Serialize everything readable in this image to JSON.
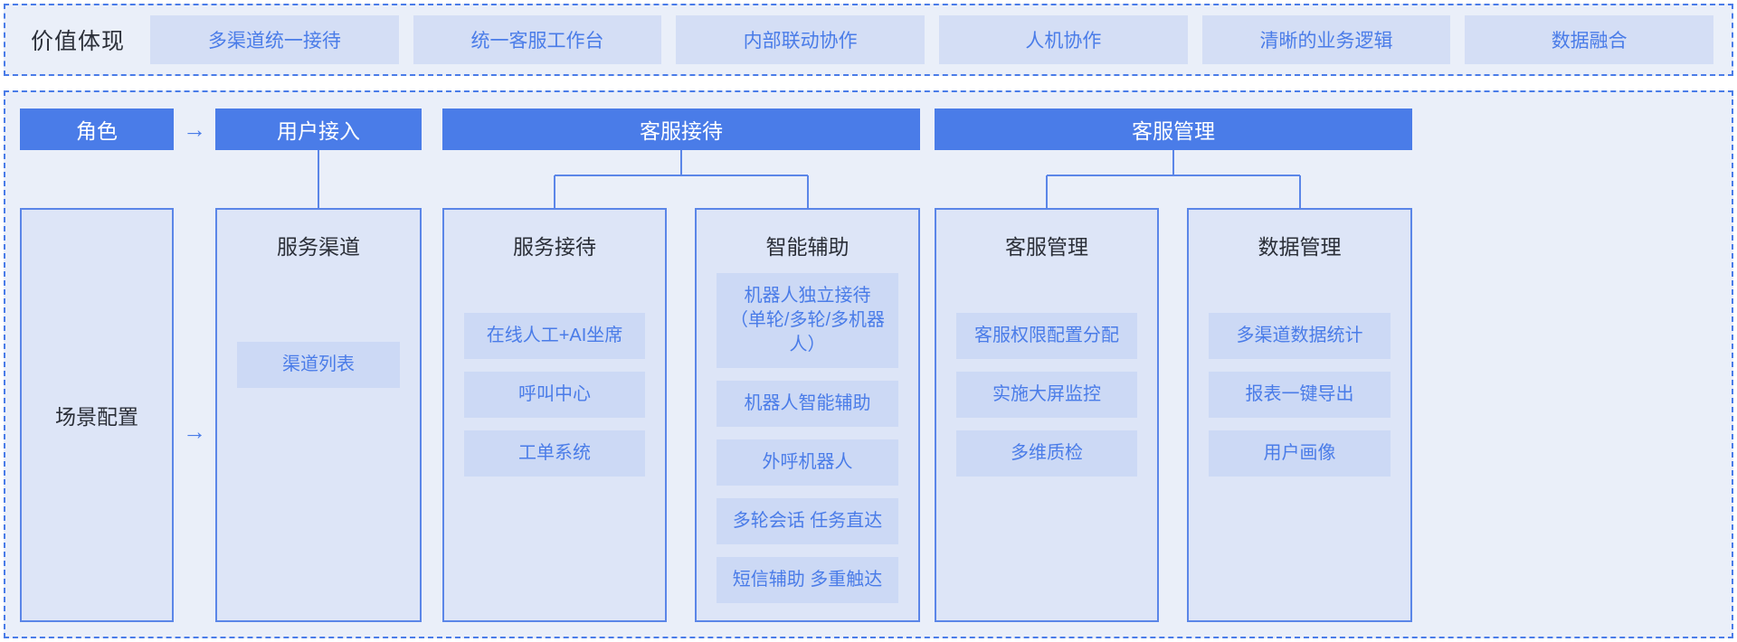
{
  "value_section": {
    "label": "价值体现",
    "chips": [
      "多渠道统一接待",
      "统一客服工作台",
      "内部联动协作",
      "人机协作",
      "清晰的业务逻辑",
      "数据融合"
    ]
  },
  "arch_section": {
    "headers": {
      "role": "角色",
      "access": "用户接入",
      "service": "客服接待",
      "manage": "客服管理"
    },
    "arrow_glyph": "→",
    "cards": [
      {
        "id": "scene",
        "title": "场景配置",
        "items": []
      },
      {
        "id": "channel",
        "title": "服务渠道",
        "items": [
          "渠道列表"
        ]
      },
      {
        "id": "reception",
        "title": "服务接待",
        "items": [
          "在线人工+AI坐席",
          "呼叫中心",
          "工单系统"
        ]
      },
      {
        "id": "ai",
        "title": "智能辅助",
        "items": [
          "机器人独立接待\n（单轮/多轮/多机器人）",
          "机器人智能辅助",
          "外呼机器人",
          "多轮会话 任务直达",
          "短信辅助 多重触达"
        ]
      },
      {
        "id": "agent",
        "title": "客服管理",
        "items": [
          "客服权限配置分配",
          "实施大屏监控",
          "多维质检"
        ]
      },
      {
        "id": "data",
        "title": "数据管理",
        "items": [
          "多渠道数据统计",
          "报表一键导出",
          "用户画像"
        ]
      }
    ]
  },
  "colors": {
    "header_blue": "#4a7ce8",
    "card_bg": "#dde5f7",
    "chip_bg": "#ccd9f5",
    "section_bg": "#eaeff9",
    "accent_text": "#4a7ce8",
    "dark_text": "#2b2f38"
  }
}
